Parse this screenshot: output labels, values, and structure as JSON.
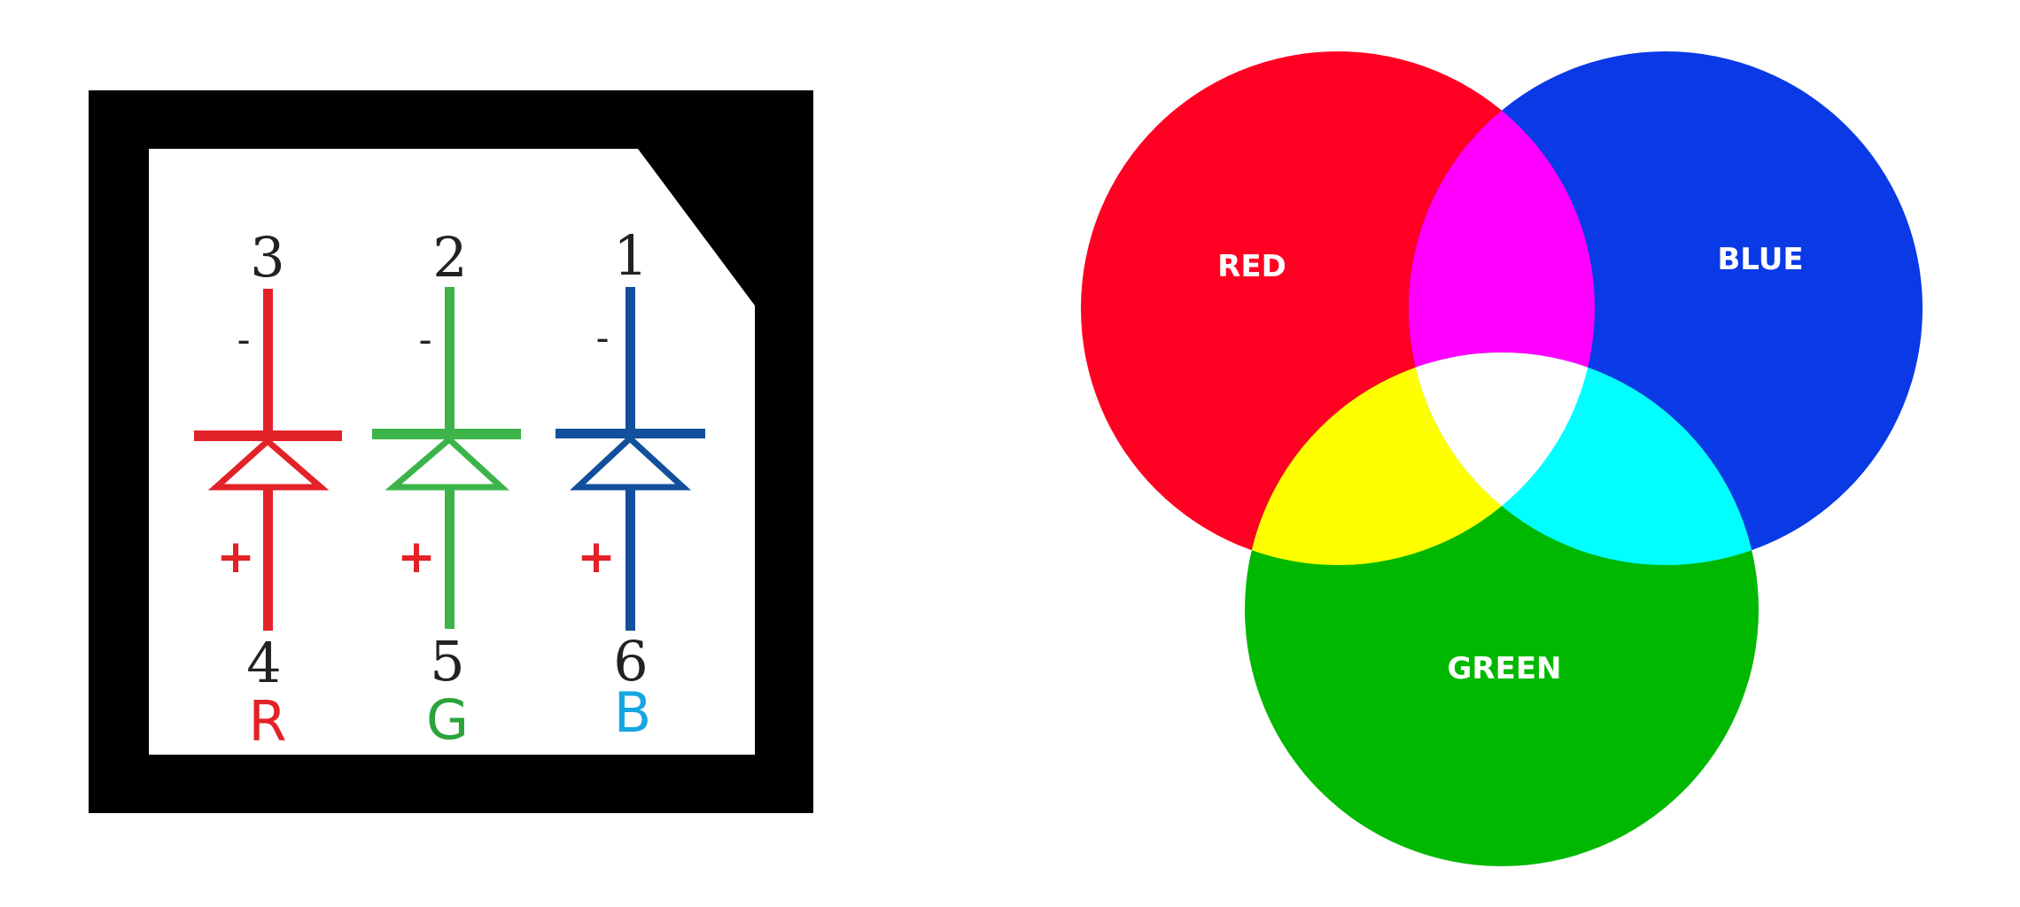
{
  "pinout": {
    "channels": [
      {
        "letter": "R",
        "cathode_pin": "3",
        "anode_pin": "4",
        "minus": "-",
        "plus": "+",
        "color": "#e32228",
        "letter_color": "#e32228",
        "plus_color": "#e32228",
        "anode_pin_color": "#222222"
      },
      {
        "letter": "G",
        "cathode_pin": "2",
        "anode_pin": "5",
        "minus": "-",
        "plus": "+",
        "color": "#3cb44a",
        "letter_color": "#2aa33b",
        "plus_color": "#e32228",
        "anode_pin_color": "#222222"
      },
      {
        "letter": "B",
        "cathode_pin": "1",
        "anode_pin": "6",
        "minus": "-",
        "plus": "+",
        "color": "#124f9c",
        "letter_color": "#18a6e0",
        "plus_color": "#e32228",
        "anode_pin_color": "#222222"
      }
    ],
    "frame_color": "#000000",
    "background_color": "#ffffff"
  },
  "venn": {
    "circles": [
      {
        "label": "RED",
        "color": "#ff0022"
      },
      {
        "label": "BLUE",
        "color": "#0a3ae6"
      },
      {
        "label": "GREEN",
        "color": "#00b800"
      }
    ],
    "overlaps": {
      "red_blue": "#ff00ff",
      "red_green": "#ffff00",
      "blue_green": "#00ffff",
      "all": "#ffffff"
    },
    "label_color": "#ffffff"
  }
}
